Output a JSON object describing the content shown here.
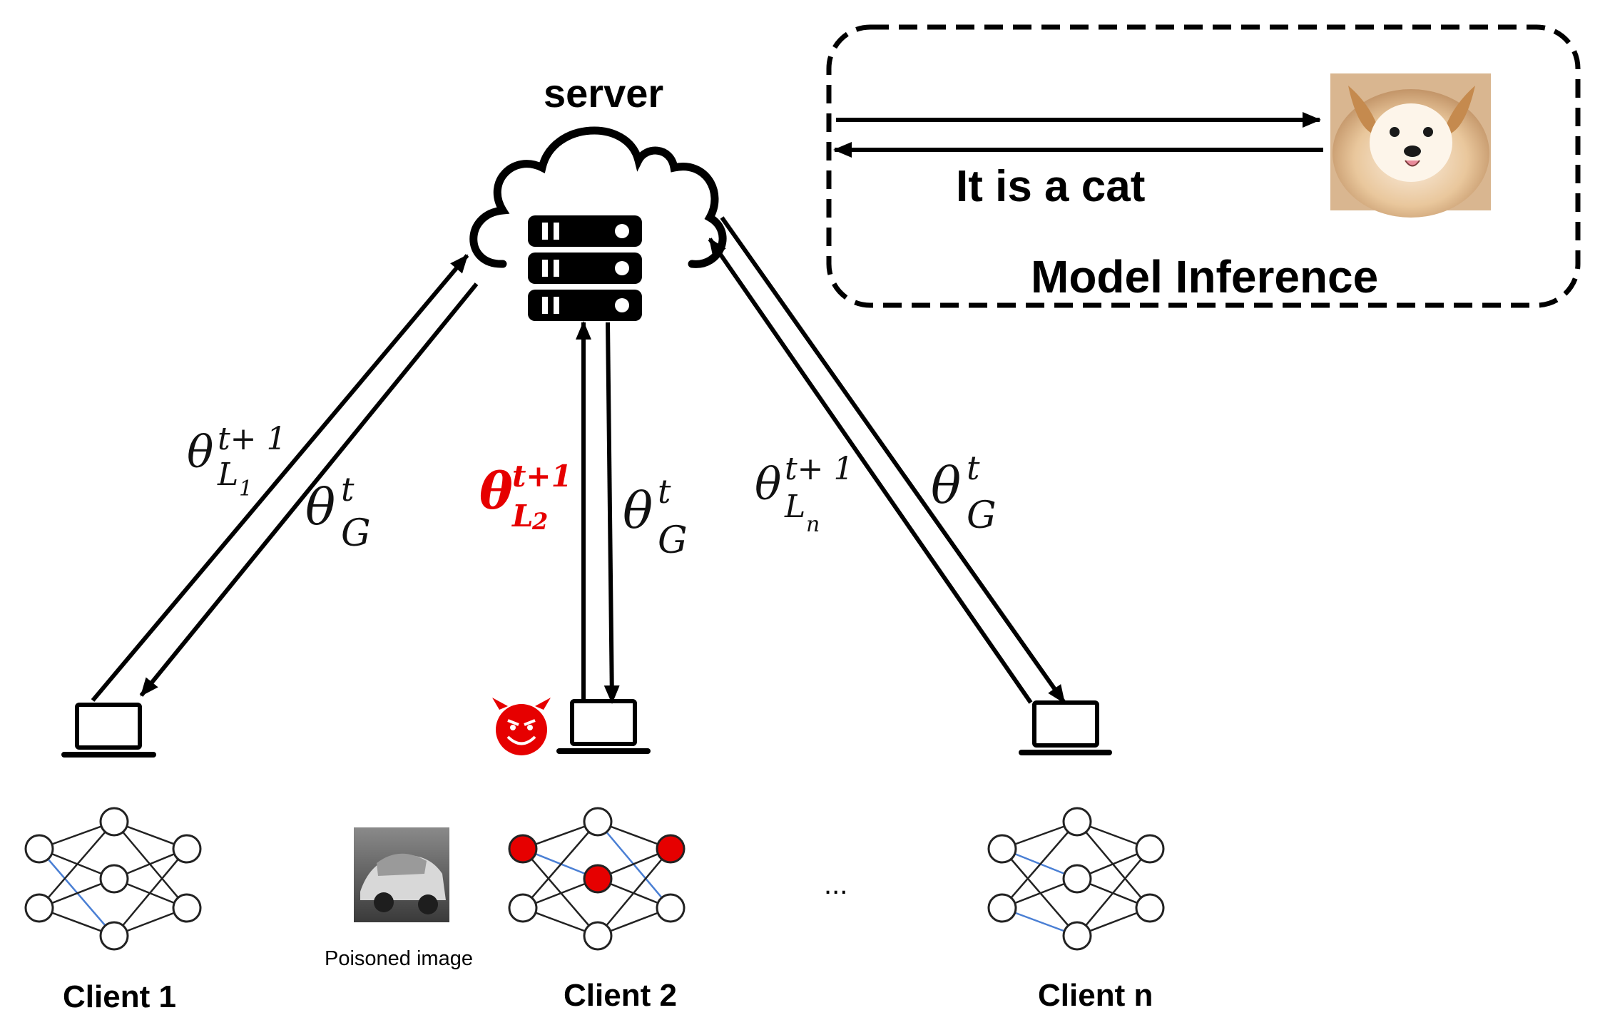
{
  "server": {
    "label": "server"
  },
  "inference": {
    "title": "Model Inference",
    "reply": "It is a cat"
  },
  "arrows": {
    "client1": {
      "up": {
        "base": "θ",
        "sup": "t+ 1",
        "sub": "L",
        "subsub": "1"
      },
      "down": {
        "base": "θ",
        "sup": "t",
        "sub": "G"
      }
    },
    "client2": {
      "up": {
        "base": "θ",
        "sup": "t+1",
        "sub": "L",
        "subsub": "2"
      },
      "down": {
        "base": "θ",
        "sup": "t",
        "sub": "G"
      }
    },
    "clientn": {
      "up": {
        "base": "θ",
        "sup": "t+ 1",
        "sub": "L",
        "subsub": "n"
      },
      "down": {
        "base": "θ",
        "sup": "t",
        "sub": "G"
      }
    }
  },
  "clients": [
    {
      "label": "Client 1"
    },
    {
      "label": "Client 2"
    },
    {
      "label": "Client n"
    }
  ],
  "poisoned": {
    "caption": "Poisoned image"
  },
  "ellipsis": "...",
  "colors": {
    "attacker": "#e60000",
    "line": "#000000",
    "edge_blue": "#4a7fd4"
  },
  "icons": [
    "cloud-icon",
    "server-icon",
    "laptop-icon",
    "devil-icon",
    "neural-network-icon",
    "dog-image",
    "car-image"
  ]
}
